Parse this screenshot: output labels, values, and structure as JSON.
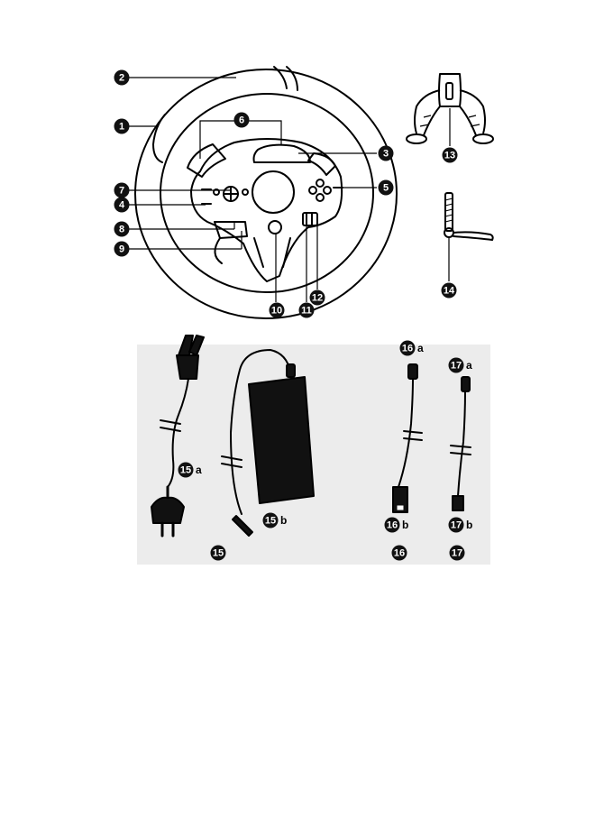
{
  "callouts": {
    "c1": {
      "num": "1"
    },
    "c2": {
      "num": "2"
    },
    "c3": {
      "num": "3"
    },
    "c4": {
      "num": "4"
    },
    "c5": {
      "num": "5"
    },
    "c6": {
      "num": "6"
    },
    "c7": {
      "num": "7"
    },
    "c8": {
      "num": "8"
    },
    "c9": {
      "num": "9"
    },
    "c10": {
      "num": "10"
    },
    "c11": {
      "num": "11"
    },
    "c12": {
      "num": "12"
    },
    "c13": {
      "num": "13"
    },
    "c14": {
      "num": "14"
    },
    "c15a": {
      "num": "15",
      "suffix": "a"
    },
    "c15b": {
      "num": "15",
      "suffix": "b"
    },
    "c15": {
      "num": "15"
    },
    "c16a": {
      "num": "16",
      "suffix": "a"
    },
    "c16b": {
      "num": "16",
      "suffix": "b"
    },
    "c16": {
      "num": "16"
    },
    "c17a": {
      "num": "17",
      "suffix": "a"
    },
    "c17b": {
      "num": "17",
      "suffix": "b"
    },
    "c17": {
      "num": "17"
    }
  }
}
